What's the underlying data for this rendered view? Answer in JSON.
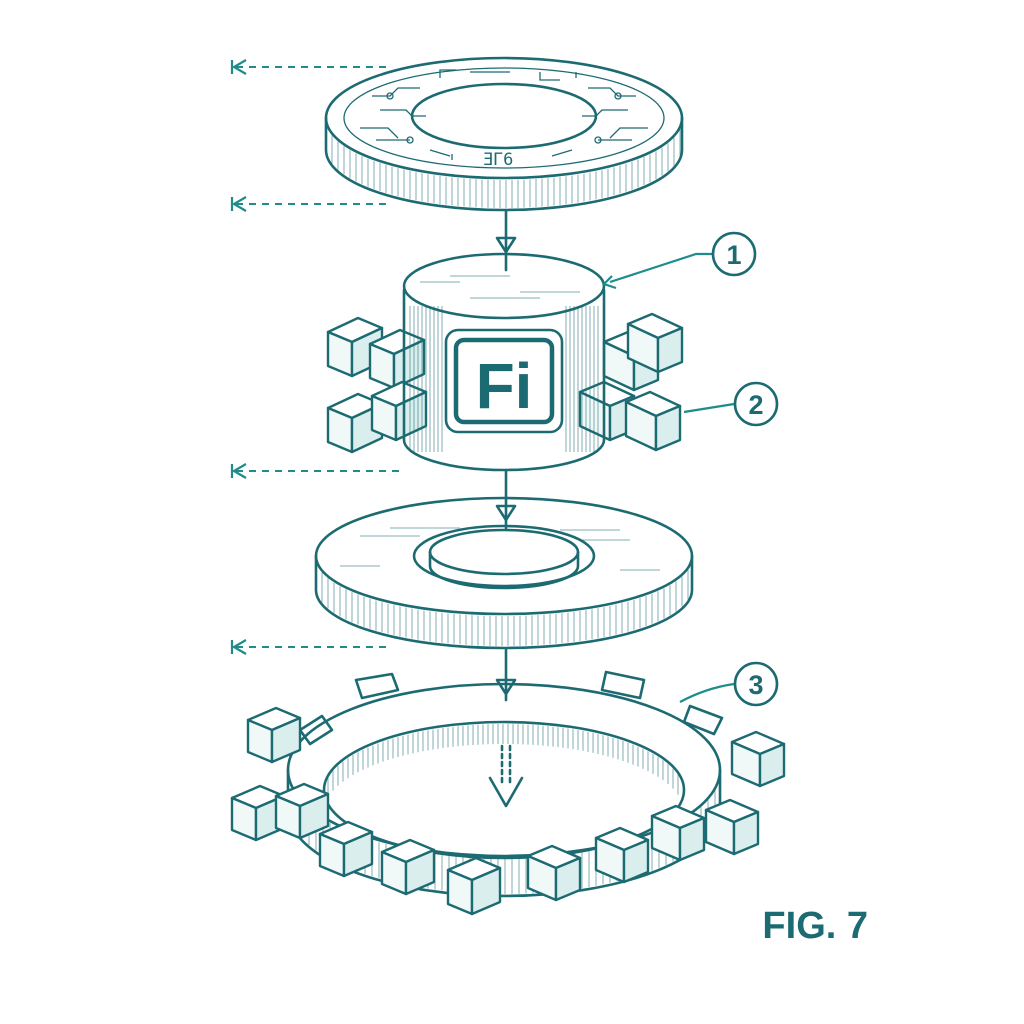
{
  "diagram": {
    "callouts": [
      "1",
      "2",
      "3"
    ],
    "logo_text": "Fi",
    "disc_engraving": "ƎΓ6",
    "figure_label": "FIG. 7",
    "colors": {
      "ink": "#1d6b72",
      "accent": "#1f8c8c",
      "background": "#ffffff"
    }
  }
}
